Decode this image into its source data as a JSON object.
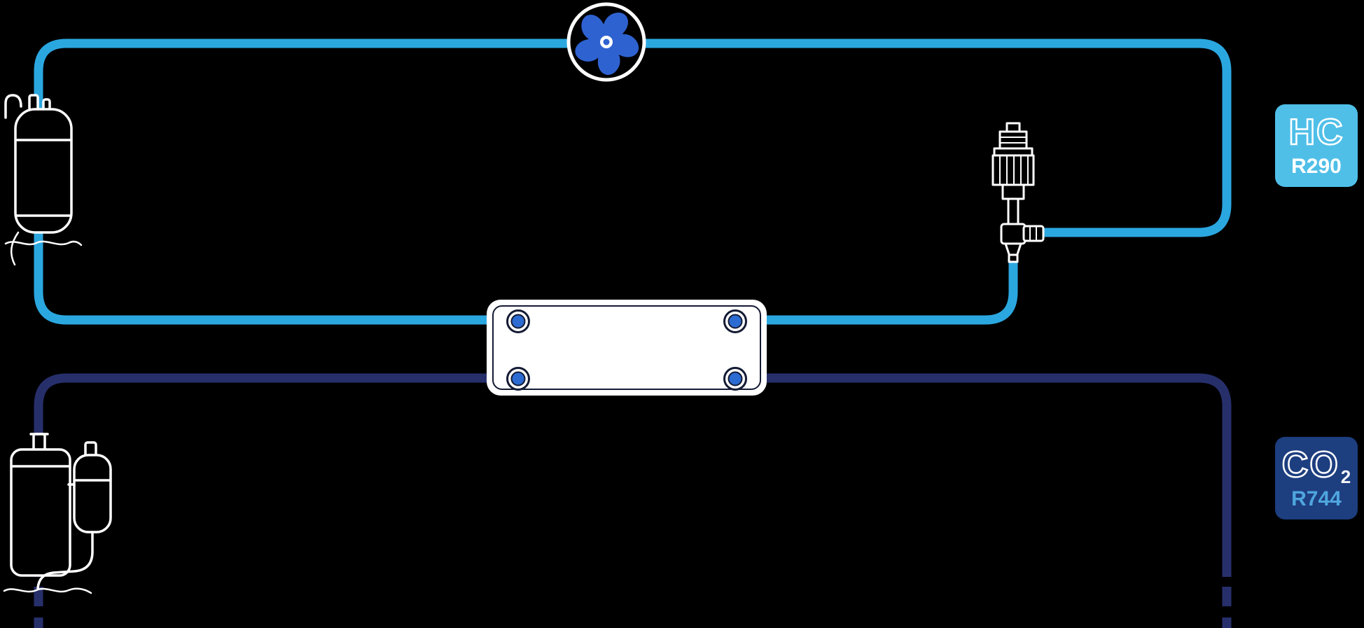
{
  "diagram": {
    "name": "HC / CO2 cascade refrigeration circuit diagram",
    "background_color": "#000000",
    "line_art_color": "#FFFFFF",
    "hc_loop": {
      "pipe_color": "#2BA7E0",
      "badge": {
        "main": "HC",
        "sub": "R290",
        "bg_color": "#4FBFE8",
        "main_color": "#FFFFFF",
        "sub_color": "#FFFFFF"
      },
      "components": [
        "hc-compressor",
        "condenser-fan",
        "expansion-valve",
        "cascade-heat-exchanger"
      ]
    },
    "co2_loop": {
      "pipe_color": "#272F6B",
      "badge": {
        "main": "CO",
        "subscript": "2",
        "sub": "R744",
        "bg_color": "#1D3E7F",
        "main_color": "#FFFFFF",
        "sub_color": "#4FA6DF"
      },
      "components": [
        "co2-compressor-with-accumulator",
        "cascade-heat-exchanger"
      ]
    },
    "heat_exchanger": {
      "body_color": "#FFFFFF",
      "outline_color": "#141A33",
      "port_color": "#2C6BD2"
    },
    "fan": {
      "ring_color": "#FFFFFF",
      "blade_color": "#2F62D1",
      "hub_color": "#FFFFFF"
    }
  }
}
